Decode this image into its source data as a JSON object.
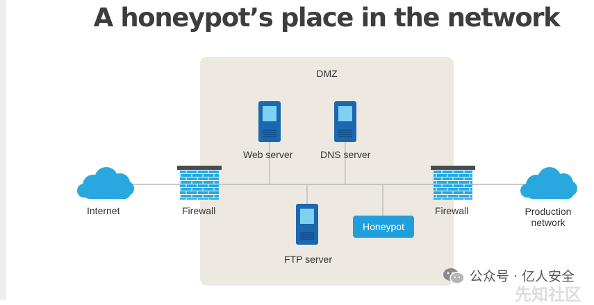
{
  "title": "A honeypot’s place in the network",
  "dmz": {
    "label": "DMZ"
  },
  "nodes": {
    "internet": "Internet",
    "firewall_left": "Firewall",
    "web_server": "Web server",
    "dns_server": "DNS server",
    "ftp_server": "FTP server",
    "honeypot": "Honeypot",
    "firewall_right": "Firewall",
    "production_line1": "Production",
    "production_line2": "network"
  },
  "watermark": {
    "account": "公众号 · 亿人安全",
    "faint": "先知社区"
  },
  "colors": {
    "cloud": "#29a8e0",
    "server_body": "#1b67b0",
    "server_screen": "#7fd0f2",
    "firewall_brick": "#29a8e0",
    "firewall_cap": "#4b4b4b",
    "dmz_background": "#ede9e0",
    "honeypot_box": "#1fa0dc",
    "link_line": "#b9b9b9"
  }
}
